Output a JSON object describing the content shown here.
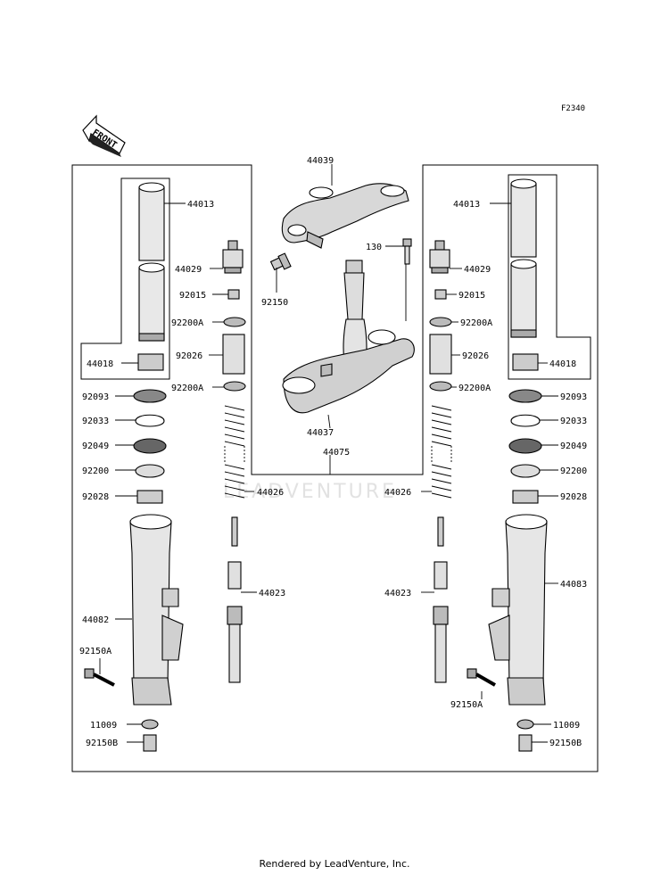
{
  "diagram_code": "F2340",
  "front_label": "FRONT",
  "watermark": "LEADVENTURE",
  "footer": "Rendered by LeadVenture, Inc.",
  "labels": {
    "l44039": "44039",
    "l130": "130",
    "l92150": "92150",
    "l44037": "44037",
    "l44075": "44075",
    "l44013L": "44013",
    "l44029L": "44029",
    "l92015L": "92015",
    "l92200AL1": "92200A",
    "l92026L": "92026",
    "l92200AL2": "92200A",
    "l44018L": "44018",
    "l92093L": "92093",
    "l92033L": "92033",
    "l92049L": "92049",
    "l92200L": "92200",
    "l92028L": "92028",
    "l44026L": "44026",
    "l44023L": "44023",
    "l44082": "44082",
    "l92150AL": "92150A",
    "l11009L": "11009",
    "l92150BL": "92150B",
    "l44013R": "44013",
    "l44029R": "44029",
    "l92015R": "92015",
    "l92200AR1": "92200A",
    "l92026R": "92026",
    "l92200AR2": "92200A",
    "l44018R": "44018",
    "l92093R": "92093",
    "l92033R": "92033",
    "l92049R": "92049",
    "l92200R": "92200",
    "l92028R": "92028",
    "l44026R": "44026",
    "l44023R": "44023",
    "l44083": "44083",
    "l92150AR": "92150A",
    "l11009R": "11009",
    "l92150BR": "92150B"
  }
}
